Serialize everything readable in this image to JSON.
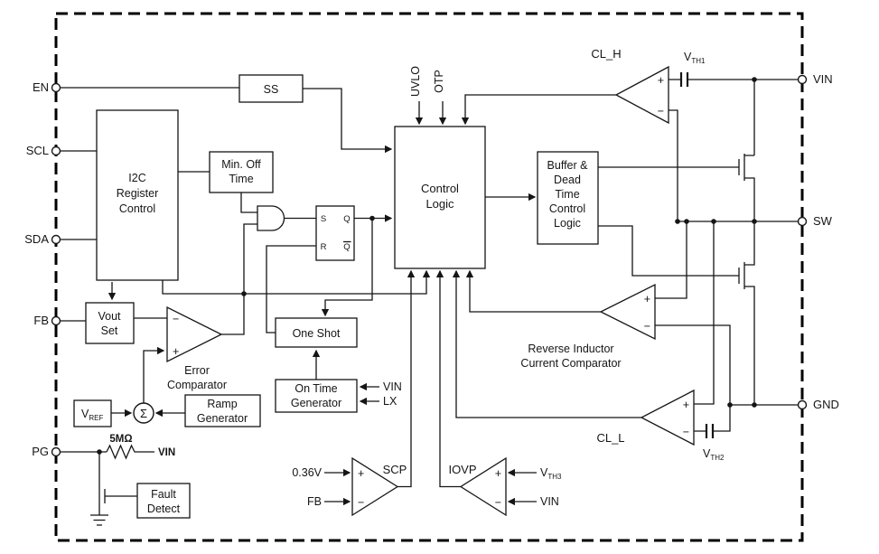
{
  "colors": {
    "wire": "#151515",
    "sigma_fill": "#c7d2e8",
    "background": "#ffffff"
  },
  "pins": {
    "left": [
      {
        "label": "EN"
      },
      {
        "label": "SCL"
      },
      {
        "label": "SDA"
      },
      {
        "label": "FB"
      },
      {
        "label": "PG"
      }
    ],
    "right": [
      {
        "label": "VIN"
      },
      {
        "label": "SW"
      },
      {
        "label": "GND"
      }
    ]
  },
  "blocks": {
    "ss": "SS",
    "i2c": [
      "I2C",
      "Register",
      "Control"
    ],
    "min_off": [
      "Min. Off",
      "Time"
    ],
    "control": [
      "Control",
      "Logic"
    ],
    "buffer": [
      "Buffer &",
      "Dead",
      "Time",
      "Control",
      "Logic"
    ],
    "vout_set": [
      "Vout",
      "Set"
    ],
    "one_shot": "One Shot",
    "on_time": [
      "On Time",
      "Generator"
    ],
    "ramp": [
      "Ramp",
      "Generator"
    ],
    "fault": [
      "Fault",
      "Detect"
    ]
  },
  "latch": {
    "s": "S",
    "r": "R",
    "q": "Q",
    "qbar": "Q"
  },
  "comparators": {
    "error": [
      "Error",
      "Comparator"
    ],
    "scp": "SCP",
    "iovp": "IOVP",
    "clh": "CL_H",
    "cll": "CL_L",
    "reverse": [
      "Reverse Inductor",
      "Current Comparator"
    ],
    "plus": "+",
    "minus": "−"
  },
  "signals": {
    "uvlo": "UVLO",
    "otp": "OTP",
    "vin_ontime": "VIN",
    "lx": "LX",
    "v036": "0.36V",
    "fb_scp": "FB",
    "vin_iovp": "VIN",
    "vin_pg": "VIN",
    "res_5m": "5MΩ",
    "sigma": "Σ"
  },
  "sub_labels": {
    "vref": {
      "base": "V",
      "sub": "REF"
    },
    "vth1": {
      "base": "V",
      "sub": "TH1"
    },
    "vth2": {
      "base": "V",
      "sub": "TH2"
    },
    "vth3": {
      "base": "V",
      "sub": "TH3"
    }
  }
}
